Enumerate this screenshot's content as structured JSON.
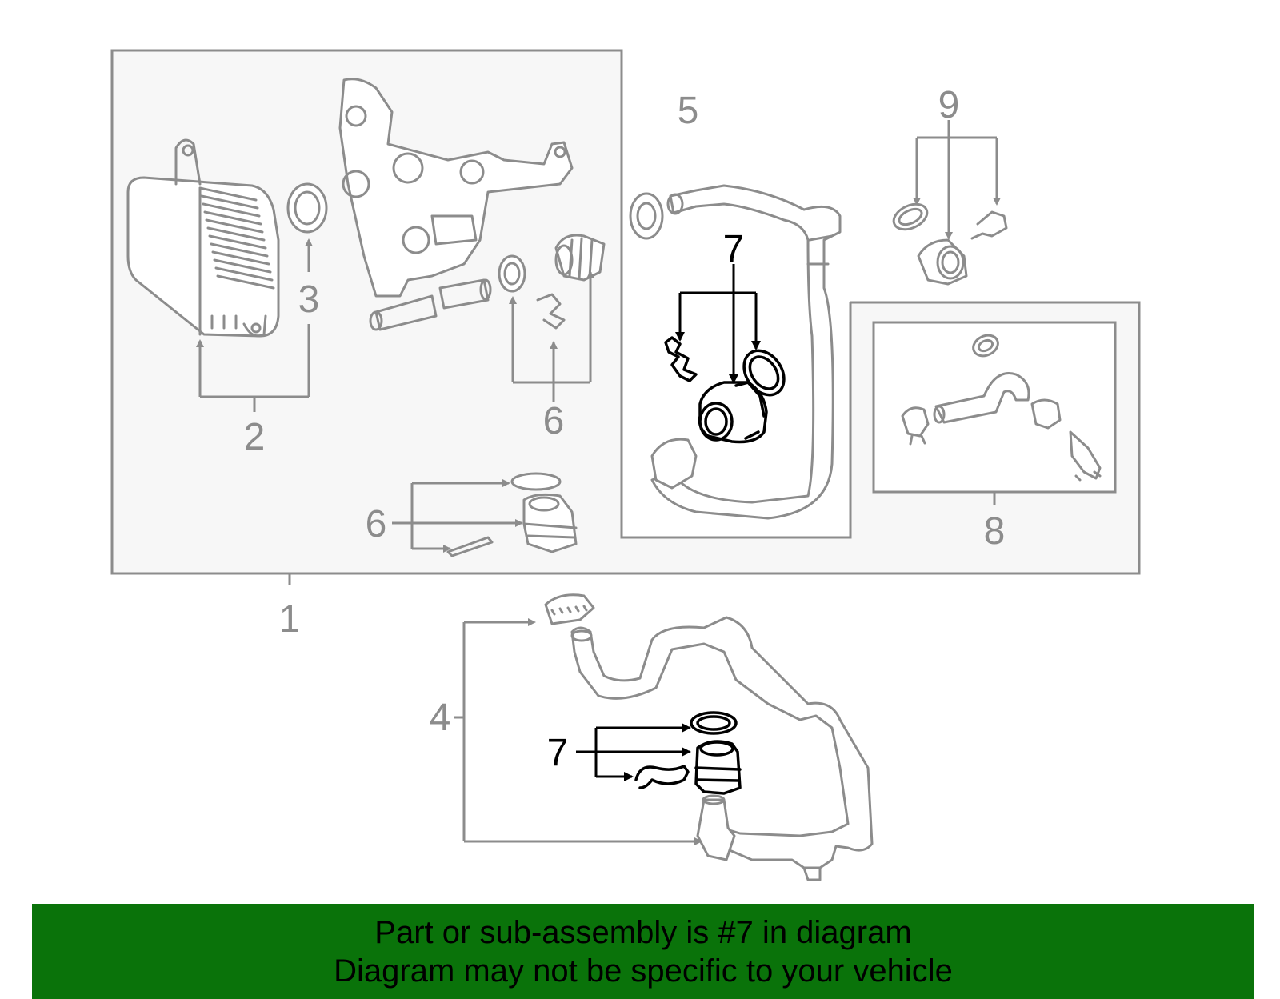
{
  "diagram": {
    "callouts": {
      "c1": "1",
      "c2": "2",
      "c3": "3",
      "c4": "4",
      "c5": "5",
      "c6a": "6",
      "c6b": "6",
      "c7a": "7",
      "c7b": "7",
      "c8": "8",
      "c9": "9"
    },
    "highlighted_part": "7",
    "colors": {
      "parts": "#8c8c8c",
      "highlight": "#000000",
      "panel": "#f7f7f7",
      "banner": "#0a730a"
    }
  },
  "banner": {
    "line1": "Part or sub-assembly is #7 in diagram",
    "line2": "Diagram may not be specific to your vehicle"
  }
}
